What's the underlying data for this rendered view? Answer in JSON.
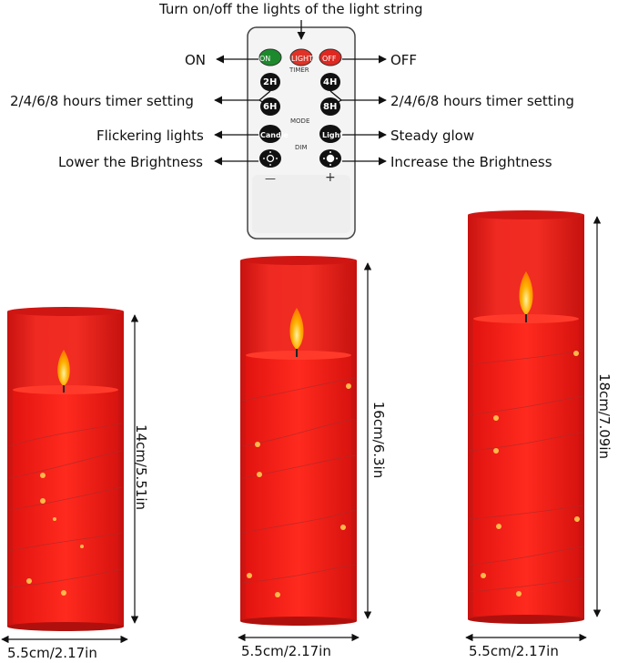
{
  "remote": {
    "top_caption": "Turn on/off the lights of the light string",
    "on_label": "ON",
    "off_label": "OFF",
    "timer_left": "2/4/6/8 hours timer setting",
    "timer_right": "2/4/6/8 hours timer setting",
    "flicker": "Flickering lights",
    "steady": "Steady glow",
    "lower": "Lower the Brightness",
    "increase": "Increase the Brightness",
    "buttons": {
      "on": "ON",
      "light": "LIGHT",
      "off": "OFF",
      "timer_title": "TIMER",
      "h2": "2H",
      "h4": "4H",
      "h6": "6H",
      "h8": "8H",
      "mode_title": "MODE",
      "candle": "Candle",
      "light_mode": "Light",
      "dim_title": "DIM",
      "minus": "—",
      "plus": "+"
    }
  },
  "candles": [
    {
      "height_label": "14cm/5.51in",
      "width_label": "5.5cm/2.17in"
    },
    {
      "height_label": "16cm/6.3in",
      "width_label": "5.5cm/2.17in"
    },
    {
      "height_label": "18cm/7.09in",
      "width_label": "5.5cm/2.17in"
    }
  ],
  "colors": {
    "glass": "#e8201c",
    "wax": "#f2221c",
    "flame": "#ffb000",
    "remote": "#f5f5f5"
  }
}
